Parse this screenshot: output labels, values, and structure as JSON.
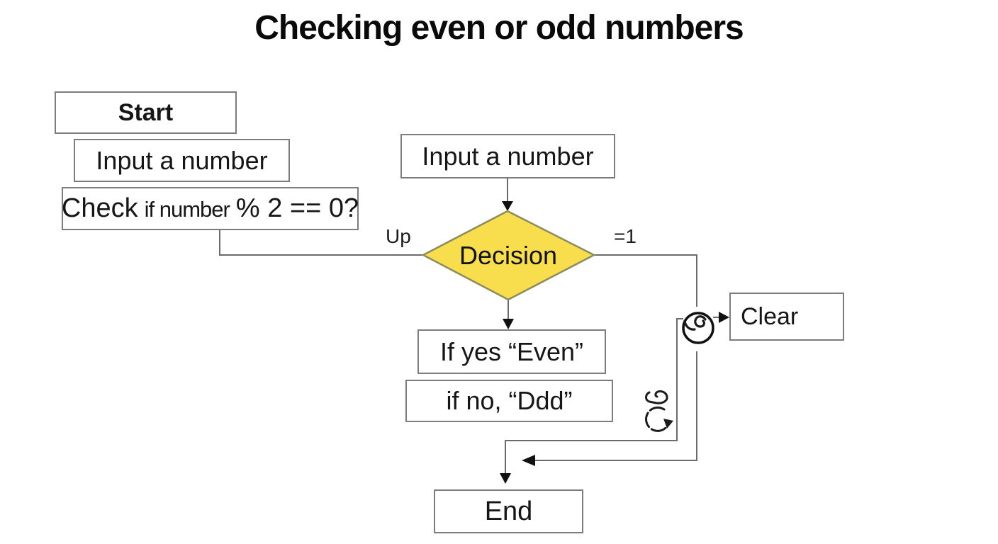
{
  "title": "Checking even or odd numbers",
  "nodes": {
    "start": "Start",
    "input_left": "Input a number",
    "check_part1": "Check",
    "check_part2": "if number",
    "check_part3": "% 2 == 0?",
    "input_center": "Input a number",
    "decision": "Decision",
    "if_yes": "If yes “Even”",
    "if_no": "if no, “Ddd”",
    "clear": "Clear",
    "end": "End"
  },
  "edge_labels": {
    "up": "Up",
    "eq1": "=1"
  },
  "icons": {
    "loop": "loop-circle-icon",
    "undo": "undo-curve-icon",
    "redo": "redo-circle-icon",
    "clear_x": "clear-x-icon"
  },
  "colors": {
    "background": "#ffffff",
    "diamond_fill": "#f8de4d",
    "diamond_stroke": "#8b8b5e",
    "box_border": "#7d7d7d",
    "line": "#6b6b6b",
    "arrow": "#111111",
    "text": "#161616"
  }
}
